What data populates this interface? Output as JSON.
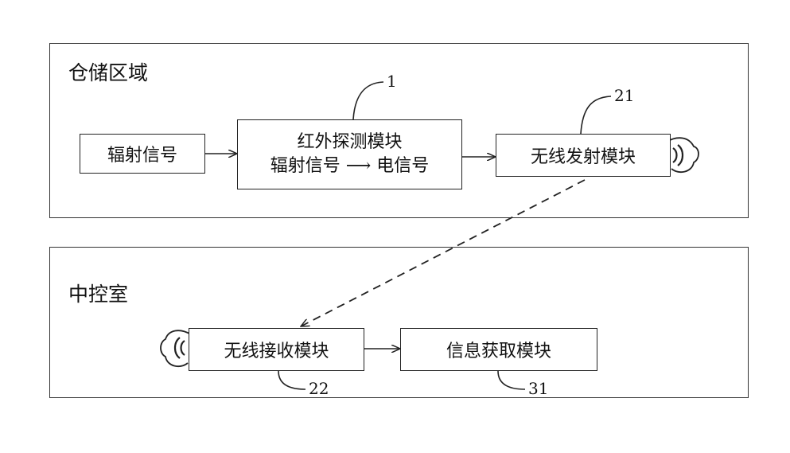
{
  "regions": {
    "storage": {
      "title": "仓储区域"
    },
    "control": {
      "title": "中控室"
    }
  },
  "boxes": {
    "radiation_signal": "辐射信号",
    "infrared_module": {
      "line1": "红外探测模块",
      "line2": "辐射信号 ⟶ 电信号"
    },
    "wireless_tx": "无线发射模块",
    "wireless_rx": "无线接收模块",
    "info_module": "信息获取模块"
  },
  "refs": {
    "infrared": "1",
    "tx": "21",
    "rx": "22",
    "info": "31"
  },
  "colors": {
    "line": "#222222",
    "background": "#ffffff"
  }
}
